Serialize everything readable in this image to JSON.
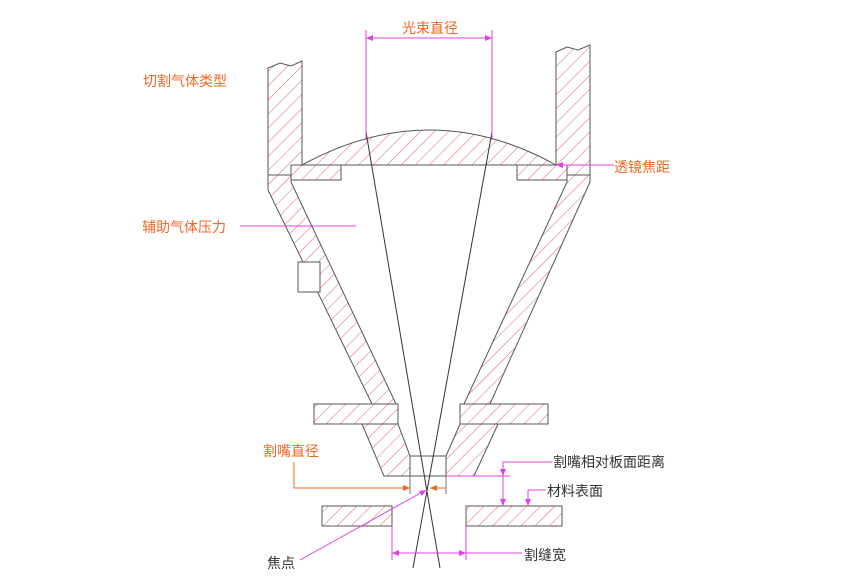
{
  "diagram": {
    "labels": {
      "beam_diameter": "光束直径",
      "cutting_gas_type": "切割气体类型",
      "lens_focal_length": "透镜焦距",
      "assist_gas_pressure": "辅助气体压力",
      "nozzle_diameter": "割嘴直径",
      "nozzle_to_plate_distance": "割嘴相对板面距离",
      "material_surface": "材料表面",
      "focal_point": "焦点",
      "kerf_width": "割缝宽"
    },
    "colors": {
      "hatch": "#e05050",
      "outline": "#555555",
      "leader": "#e040e0",
      "label": "#f26522",
      "beam": "#333333"
    }
  }
}
